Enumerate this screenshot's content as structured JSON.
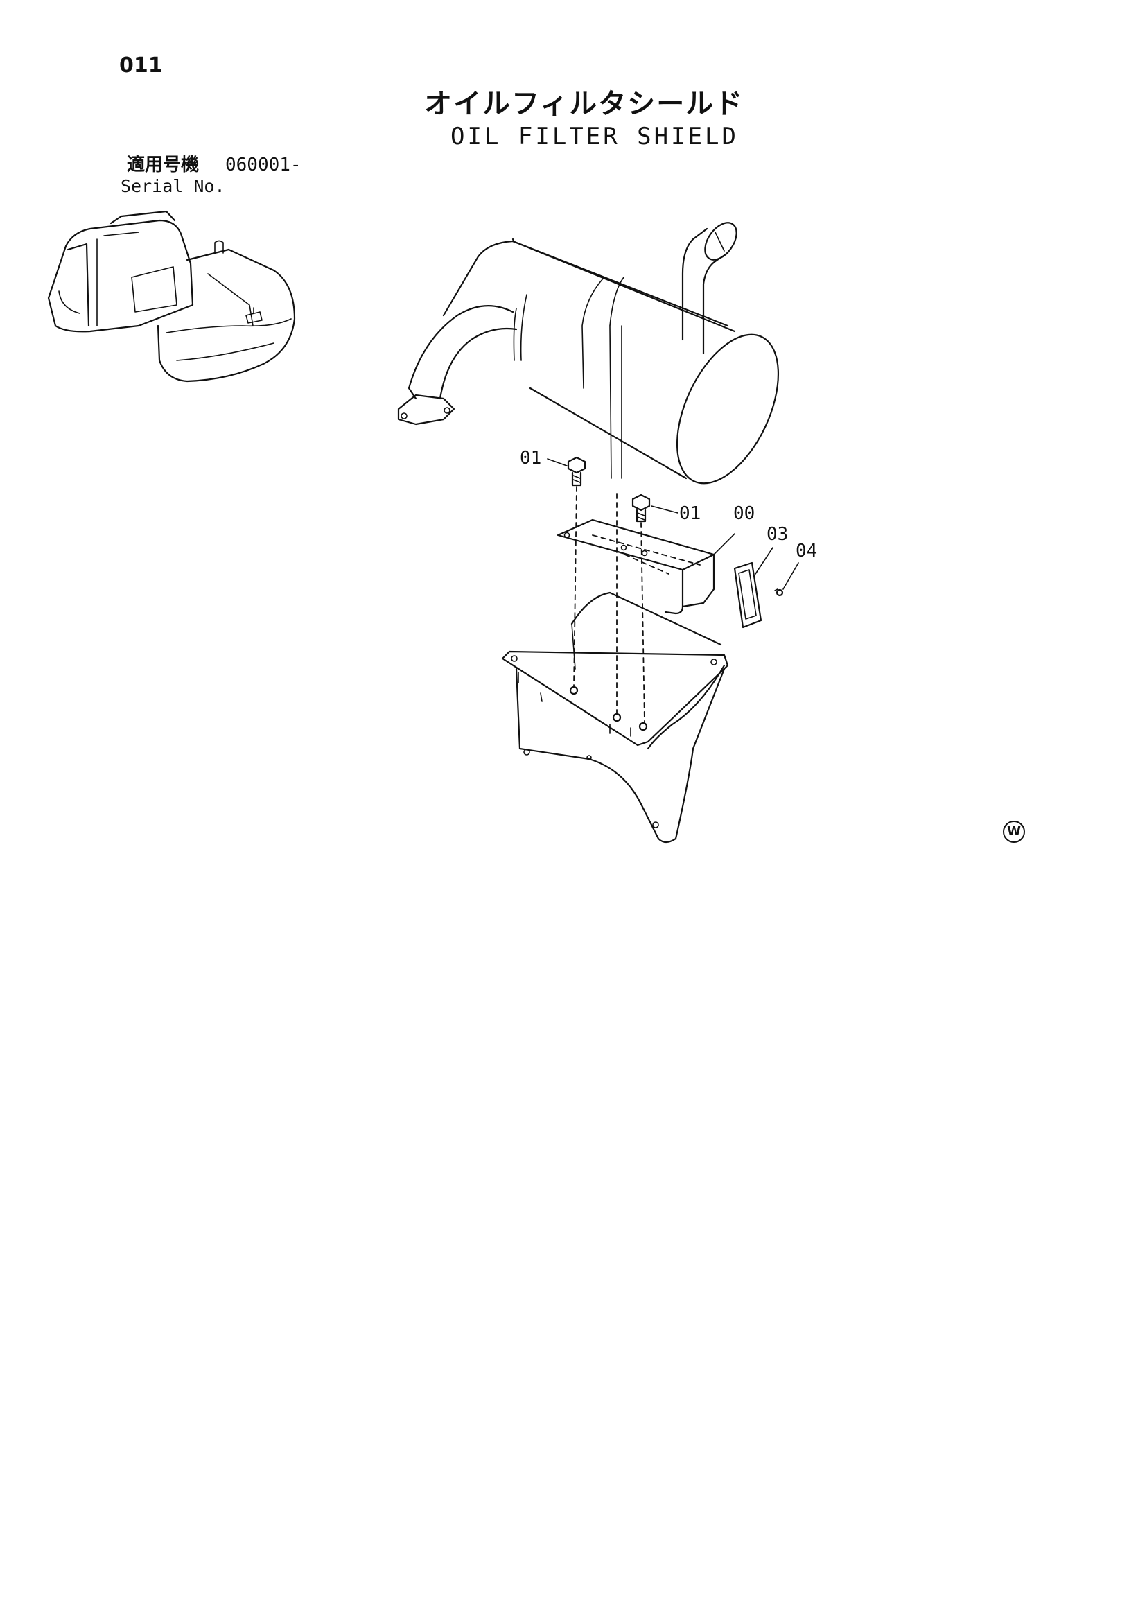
{
  "header": {
    "page_number": "011",
    "title_ja": "オイルフィルタシールド",
    "title_en": "OIL FILTER SHIELD"
  },
  "serial": {
    "label_ja": "適用号機",
    "value": "060001-",
    "label_en": "Serial No."
  },
  "callouts": {
    "bolt_left": "01",
    "bolt_right": "01",
    "shield": "00",
    "gasket": "03",
    "screw": "04"
  },
  "corner_mark": "W"
}
